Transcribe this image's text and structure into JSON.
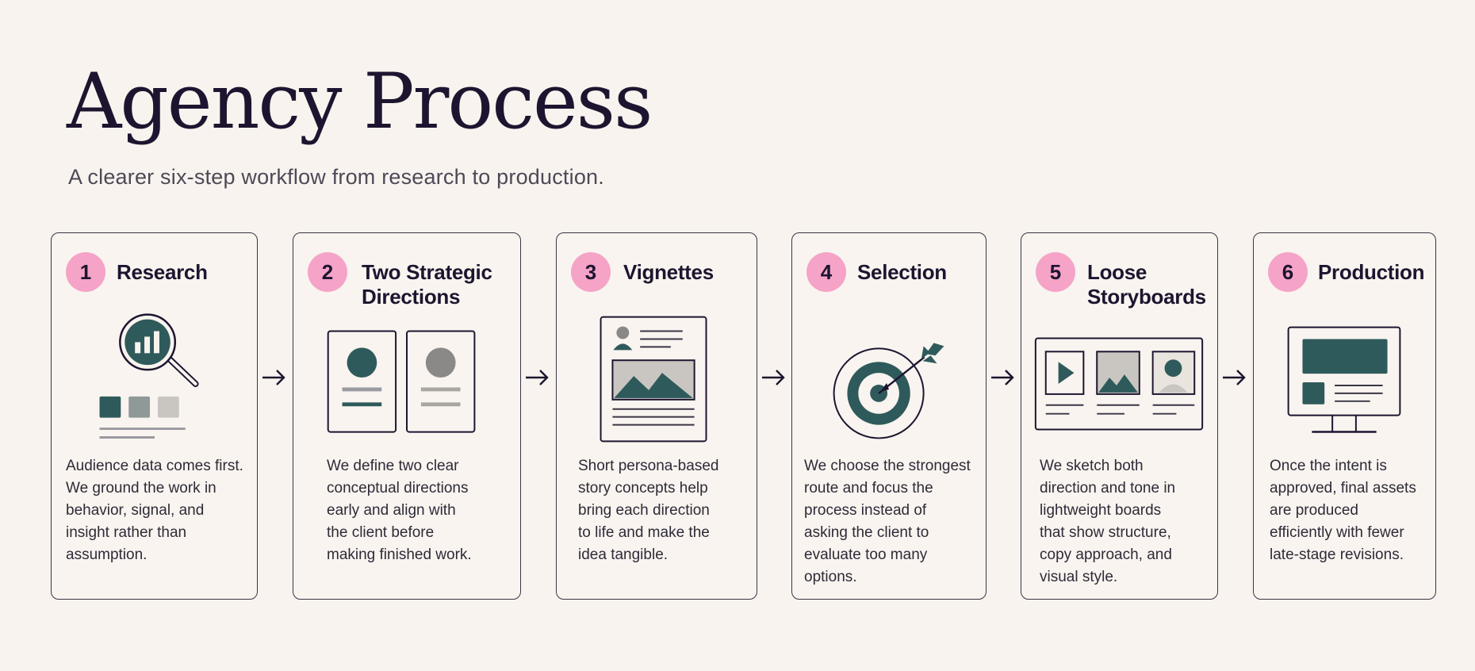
{
  "header": {
    "title": "Agency Process",
    "subtitle": "A clearer six-step workflow from research to production."
  },
  "colors": {
    "background": "#f8f3ee",
    "badge": "#f5a3c7",
    "teal": "#2f5a5b",
    "grey": "#8a8a8a",
    "border": "#3a3545"
  },
  "steps": [
    {
      "number": "1",
      "title_lines": [
        "Research"
      ],
      "icon": "magnifier-chart-icon",
      "desc_lines": [
        "Audience data comes first.",
        "We ground the work in",
        "behavior, signal, and",
        "insight rather than",
        "assumption."
      ]
    },
    {
      "number": "2",
      "title_lines": [
        "Two Strategic",
        "Directions"
      ],
      "icon": "two-direction-cards-icon",
      "desc_lines": [
        "We define two clear",
        "conceptual directions",
        "early and align with",
        "the client before",
        "making finished work."
      ]
    },
    {
      "number": "3",
      "title_lines": [
        "Vignettes"
      ],
      "icon": "persona-document-icon",
      "desc_lines": [
        "Short persona-based",
        "story concepts help",
        "bring each direction",
        "to life and make the",
        "idea tangible."
      ]
    },
    {
      "number": "4",
      "title_lines": [
        "Selection"
      ],
      "icon": "target-arrow-icon",
      "desc_lines": [
        "We choose the strongest",
        "route and focus the",
        "process instead of",
        "asking the client to",
        "evaluate too many",
        "options."
      ]
    },
    {
      "number": "5",
      "title_lines": [
        "Loose",
        "Storyboards"
      ],
      "icon": "storyboard-frames-icon",
      "desc_lines": [
        "We sketch both",
        "direction and tone in",
        "lightweight boards",
        "that show structure,",
        "copy approach, and",
        "visual style."
      ]
    },
    {
      "number": "6",
      "title_lines": [
        "Production"
      ],
      "icon": "monitor-layout-icon",
      "desc_lines": [
        "Once the intent is",
        "approved, final assets",
        "are produced",
        "efficiently with fewer",
        "late-stage revisions."
      ]
    }
  ],
  "connectors": [
    "arrow-right-icon",
    "arrow-right-icon",
    "arrow-right-icon",
    "arrow-right-icon",
    "arrow-right-icon"
  ]
}
